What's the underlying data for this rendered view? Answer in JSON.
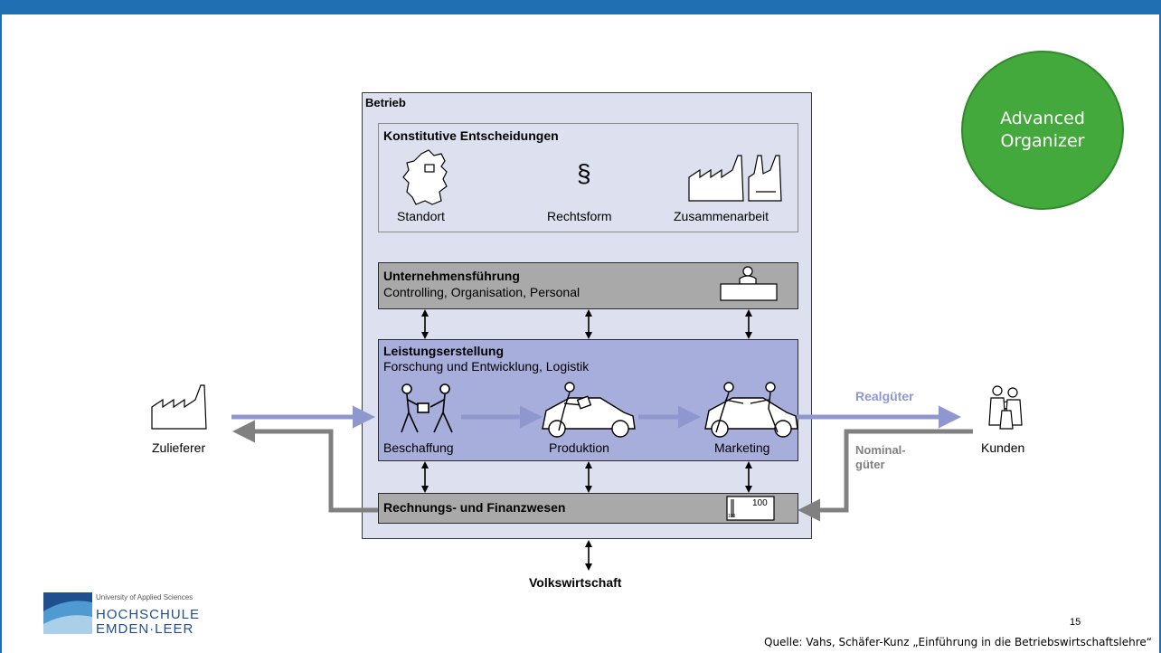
{
  "slide": {
    "page_number": "15",
    "source": "Quelle: Vahs, Schäfer-Kunz „Einführung in die Betriebswirtschaftslehre“",
    "badge": {
      "line1": "Advanced",
      "line2": "Organizer",
      "color": "#44a93c"
    },
    "accent_color": "#1f6fb2"
  },
  "logo": {
    "tagline": "University of Applied Sciences",
    "name_line1": "HOCHSCHULE",
    "name_line2": "EMDEN·LEER"
  },
  "diagram": {
    "betrieb_label": "Betrieb",
    "konstitutiv": {
      "title": "Konstitutive Entscheidungen",
      "items": [
        {
          "label": "Standort",
          "icon": "germany-map-icon"
        },
        {
          "label": "Rechtsform",
          "icon": "paragraph-icon",
          "symbol": "§"
        },
        {
          "label": "Zusammenarbeit",
          "icon": "factories-icon"
        }
      ]
    },
    "unternehmensfuehrung": {
      "title": "Unternehmensführung",
      "subtitle": "Controlling, Organisation, Personal",
      "icon": "manager-desk-icon"
    },
    "leistungserstellung": {
      "title": "Leistungserstellung",
      "subtitle": "Forschung und Entwicklung, Logistik",
      "stages": [
        {
          "label": "Beschaffung",
          "icon": "handover-icon"
        },
        {
          "label": "Produktion",
          "icon": "car-assembly-icon"
        },
        {
          "label": "Marketing",
          "icon": "car-sale-icon"
        }
      ]
    },
    "rechnungswesen": {
      "title": "Rechnungs- und Finanzwesen",
      "banknote_value": "100",
      "banknote_small": "100"
    },
    "volkswirtschaft": "Volkswirtschaft",
    "zulieferer": "Zulieferer",
    "kunden": "Kunden",
    "realgueter": "Realgüter",
    "nominal_line1": "Nominal-",
    "nominal_line2": "güter",
    "colors": {
      "real_flow": "#8f97cf",
      "nominal_flow": "#808080"
    }
  }
}
